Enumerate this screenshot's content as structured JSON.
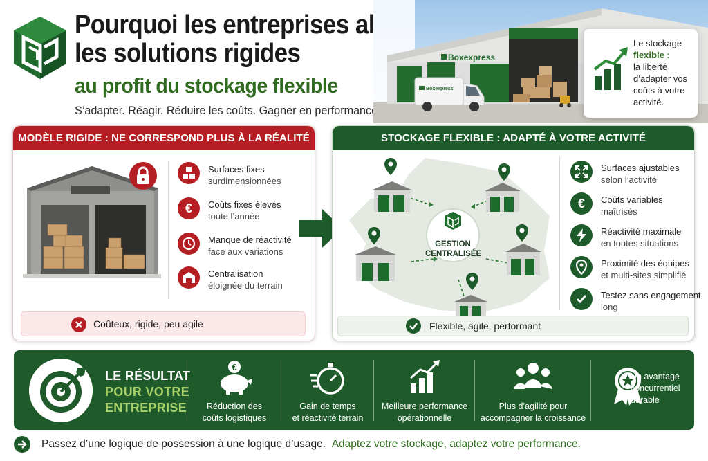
{
  "header": {
    "title_line1": "Pourquoi les entreprises abandonnent",
    "title_line2": "les solutions rigides",
    "title_line3": "au profit du stockage flexible",
    "tagline": "S’adapter. Réagir. Réduire les coûts. Gagner en performance."
  },
  "hero": {
    "brand": "Boxexpress",
    "card_text_1": "Le stockage",
    "card_text_highlight": "flexible :",
    "card_text_2": "la liberté d’adapter vos coûts à votre activité."
  },
  "left_panel": {
    "title": "MODÈLE RIGIDE : NE CORRESPOND PLUS À LA RÉALITÉ",
    "items": [
      {
        "icon": "cubes-icon",
        "title": "Surfaces fixes",
        "sub": "surdimensionnées"
      },
      {
        "icon": "euro-icon",
        "title": "Coûts fixes élevés",
        "sub": "toute l’année"
      },
      {
        "icon": "clock-icon",
        "title": "Manque de réactivité",
        "sub": "face aux variations"
      },
      {
        "icon": "warehouse-icon",
        "title": "Centralisation",
        "sub": "éloignée du terrain"
      }
    ],
    "bottom": "Coûteux, rigide, peu agile"
  },
  "right_panel": {
    "title": "STOCKAGE FLEXIBLE : ADAPTÉ À VOTRE ACTIVITÉ",
    "hub_line1": "GESTION",
    "hub_line2": "CENTRALISÉE",
    "items": [
      {
        "icon": "expand-icon",
        "title": "Surfaces ajustables",
        "sub": "selon l’activité"
      },
      {
        "icon": "euro-icon",
        "title": "Coûts variables",
        "sub": "maîtrisés"
      },
      {
        "icon": "lightning-icon",
        "title": "Réactivité maximale",
        "sub": "en toutes situations"
      },
      {
        "icon": "location-pin-icon",
        "title": "Proximité des équipes",
        "sub": "et multi-sites simplifié"
      },
      {
        "icon": "check-icon",
        "title": "Testez sans engagement",
        "sub": "long"
      }
    ],
    "bottom": "Flexible, agile, performant"
  },
  "result": {
    "title_1": "LE RÉSULTAT",
    "title_2": "POUR VOTRE",
    "title_3": "ENTREPRISE",
    "benefits": [
      {
        "icon": "piggy-bank-icon",
        "line1": "Réduction des",
        "line2": "coûts logistiques"
      },
      {
        "icon": "stopwatch-icon",
        "line1": "Gain de temps",
        "line2": "et réactivité terrain"
      },
      {
        "icon": "growth-chart-icon",
        "line1": "Meilleure performance",
        "line2": "opérationnelle"
      },
      {
        "icon": "team-icon",
        "line1": "Plus d’agilité pour",
        "line2": "accompagner la croissance"
      },
      {
        "icon": "award-badge-icon",
        "line1": "Un avantage",
        "line2": "concurrentiel",
        "line3": "durable"
      }
    ]
  },
  "footer": {
    "text": "Passez d’une logique de possession à une logique d’usage.",
    "highlight": "Adaptez votre stockage, adaptez votre performance."
  },
  "colors": {
    "red": "#b51f24",
    "green": "#1e5b2a",
    "light_green": "#a7d168"
  }
}
